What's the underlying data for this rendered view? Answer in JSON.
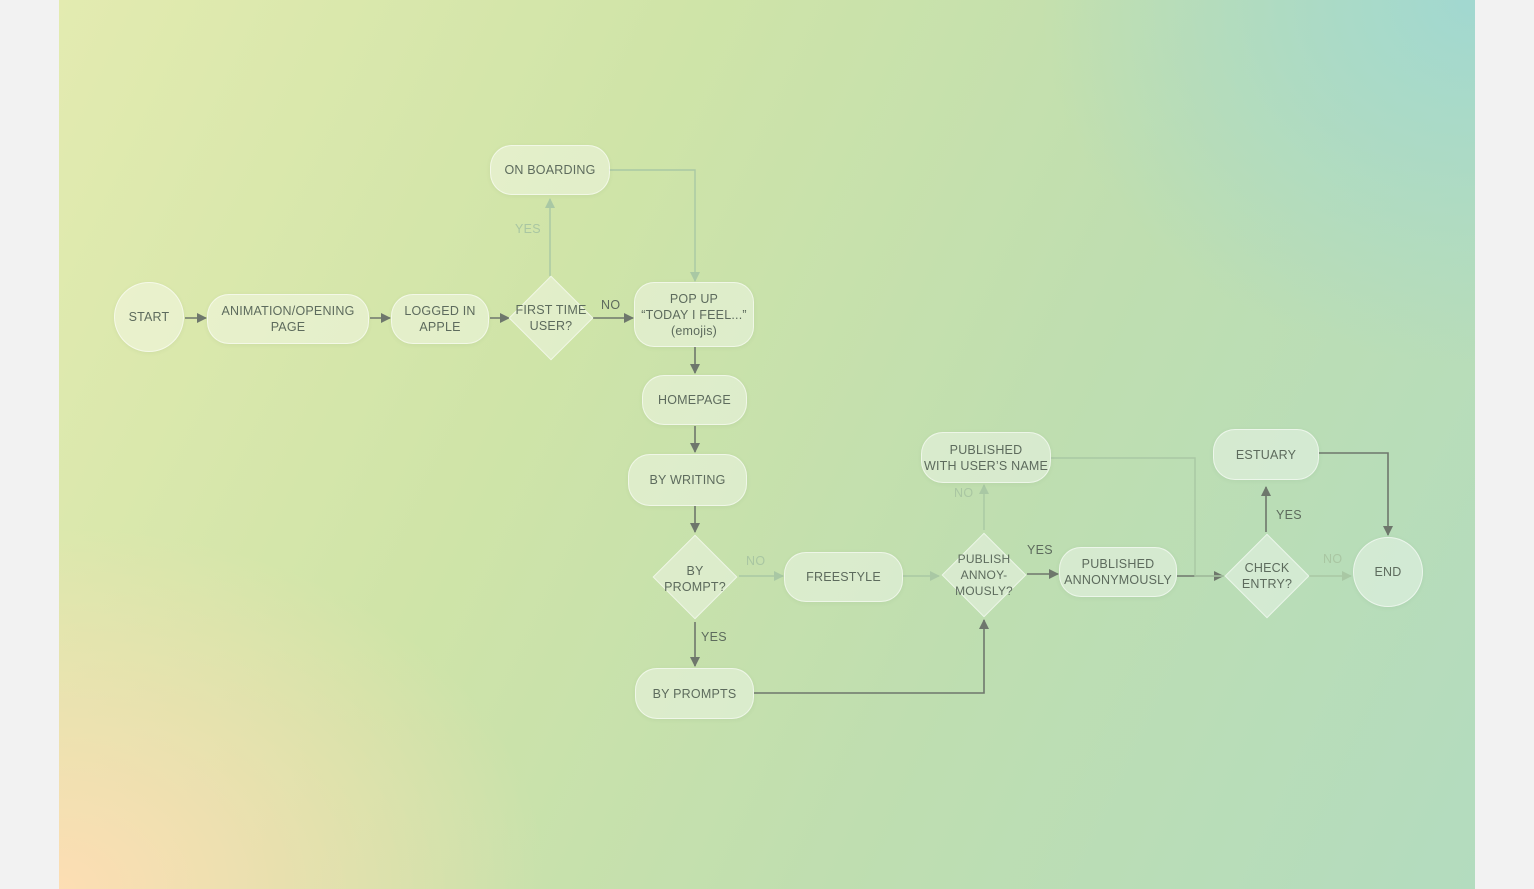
{
  "colors": {
    "edge_dark": "#6e776c",
    "edge_faint": "#a9c8a4",
    "node_text": "#5d6b5d"
  },
  "nodes": {
    "start": "START",
    "animation": "ANIMATION/OPENING\nPAGE",
    "logged_in": "LOGGED IN\nAPPLE",
    "first_time": "FIRST TIME\nUSER?",
    "onboarding": "ON BOARDING",
    "popup": "POP UP\n“TODAY I FEEL...”\n(emojis)",
    "homepage": "HOMEPAGE",
    "by_writing": "BY WRITING",
    "by_prompt": "BY\nPROMPT?",
    "freestyle": "FREESTYLE",
    "by_prompts": "BY PROMPTS",
    "publish_anon": "PUBLISH\nANNOY-\nMOUSLY?",
    "published_name": "PUBLISHED\nWITH USER’S NAME",
    "published_anon": "PUBLISHED\nANNONYMOUSLY",
    "check_entry": "CHECK\nENTRY?",
    "estuary": "ESTUARY",
    "end": "END"
  },
  "edge_labels": {
    "first_time_yes": "YES",
    "first_time_no": "NO",
    "by_prompt_no": "NO",
    "by_prompt_yes": "YES",
    "publish_no": "NO",
    "publish_yes": "YES",
    "check_yes": "YES",
    "check_no": "NO"
  }
}
